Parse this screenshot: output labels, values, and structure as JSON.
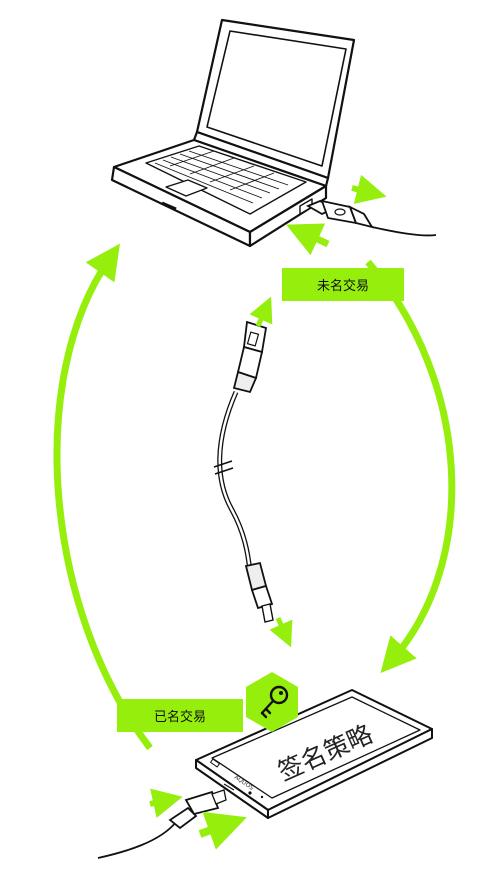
{
  "labels": {
    "unsigned_transaction": "未名交易",
    "signed_transaction": "已名交易",
    "phone_screen_text": "签名策略",
    "phone_brand": "AQUOS"
  },
  "icons": {
    "key": "key-icon",
    "laptop": "laptop-icon",
    "phone": "smartphone-icon",
    "cable": "usb-cable-icon"
  },
  "colors": {
    "accent": "#95ee0c",
    "line_art": "#111111",
    "background": "#ffffff"
  }
}
